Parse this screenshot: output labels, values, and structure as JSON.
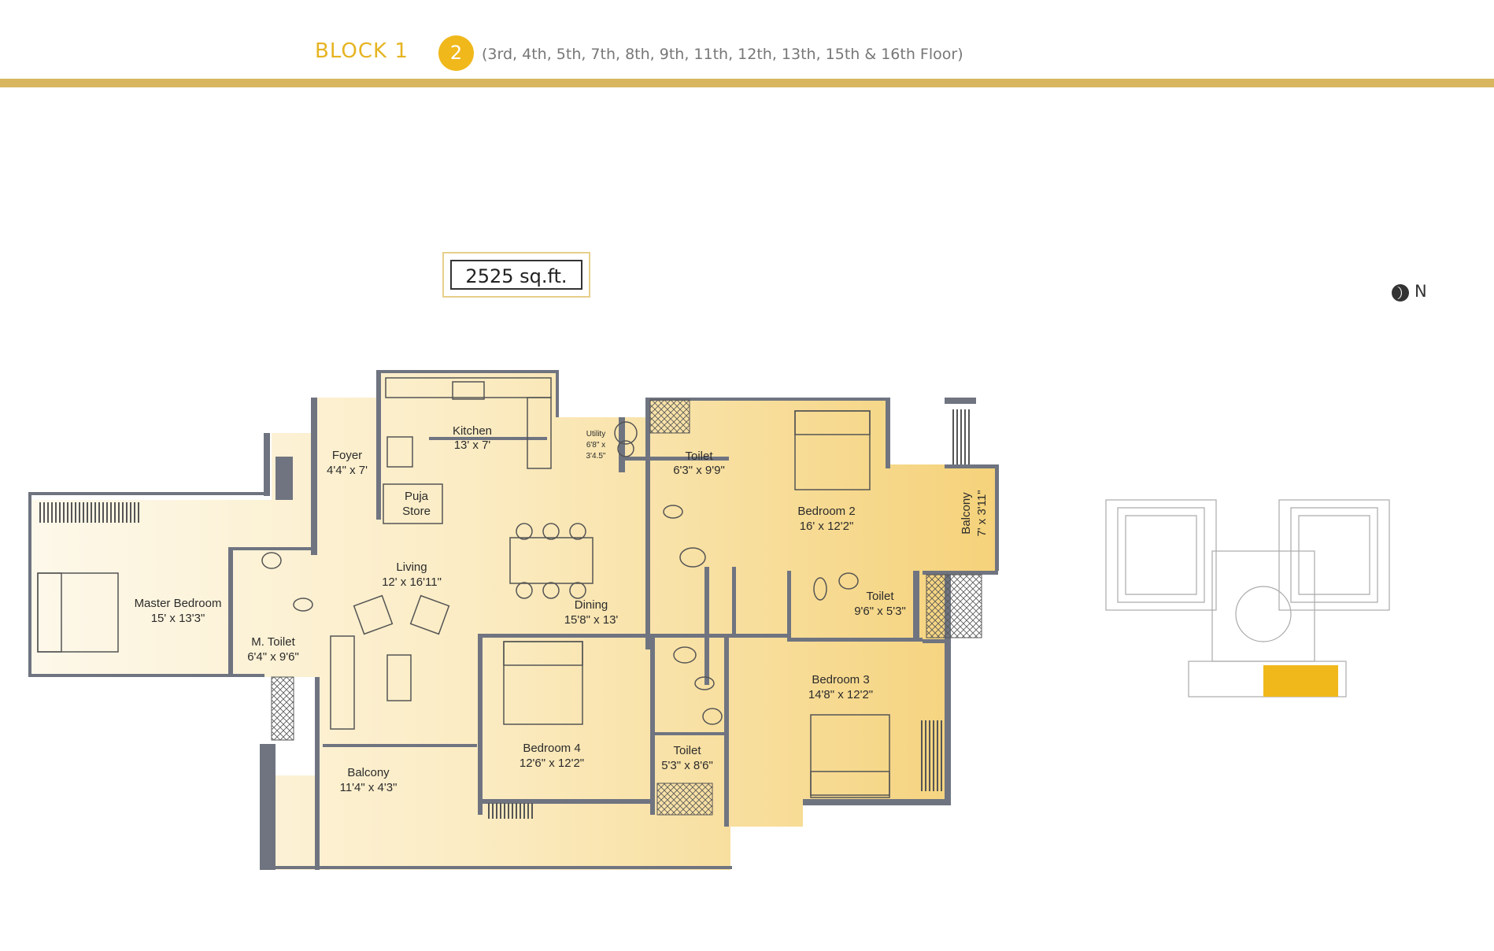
{
  "header": {
    "block": "BLOCK 1",
    "badge": "2",
    "floors": "(3rd, 4th, 5th, 7th, 8th, 9th, 11th, 12th, 13th, 15th & 16th Floor)"
  },
  "area": "2525 sq.ft.",
  "north_label": "N",
  "colors": {
    "accent": "#f0b81b",
    "bar": "#d8b660",
    "fill_light": "#fdf4dd",
    "fill_dark": "#f5d27a",
    "highlight": "#f0b81b"
  },
  "rooms": {
    "foyer": {
      "name": "Foyer",
      "dim": "4'4\" x 7'"
    },
    "kitchen": {
      "name": "Kitchen",
      "dim": "13' x 7'"
    },
    "utility": {
      "name": "Utility",
      "dim1": "6'8\" x",
      "dim2": "3'4.5\""
    },
    "puja": {
      "name1": "Puja",
      "name2": "Store"
    },
    "living": {
      "name": "Living",
      "dim": "12' x 16'11\""
    },
    "dining": {
      "name": "Dining",
      "dim": "15'8\" x 13'"
    },
    "master": {
      "name": "Master Bedroom",
      "dim": "15' x 13'3\""
    },
    "mtoilet": {
      "name": "M. Toilet",
      "dim": "6'4\" x 9'6\""
    },
    "balcony1": {
      "name": "Balcony",
      "dim": "11'4\" x 4'3\""
    },
    "bed4": {
      "name": "Bedroom 4",
      "dim": "12'6\" x 12'2\""
    },
    "toilet1": {
      "name": "Toilet",
      "dim": "6'3\" x 9'9\""
    },
    "bed2": {
      "name": "Bedroom 2",
      "dim": "16' x 12'2\""
    },
    "balcony2": {
      "name": "Balcony",
      "dim": "7' x 3'11\""
    },
    "toilet2": {
      "name": "Toilet",
      "dim": "9'6\" x 5'3\""
    },
    "toilet3": {
      "name": "Toilet",
      "dim": "5'3\" x 8'6\""
    },
    "bed3": {
      "name": "Bedroom 3",
      "dim": "14'8\" x 12'2\""
    }
  }
}
